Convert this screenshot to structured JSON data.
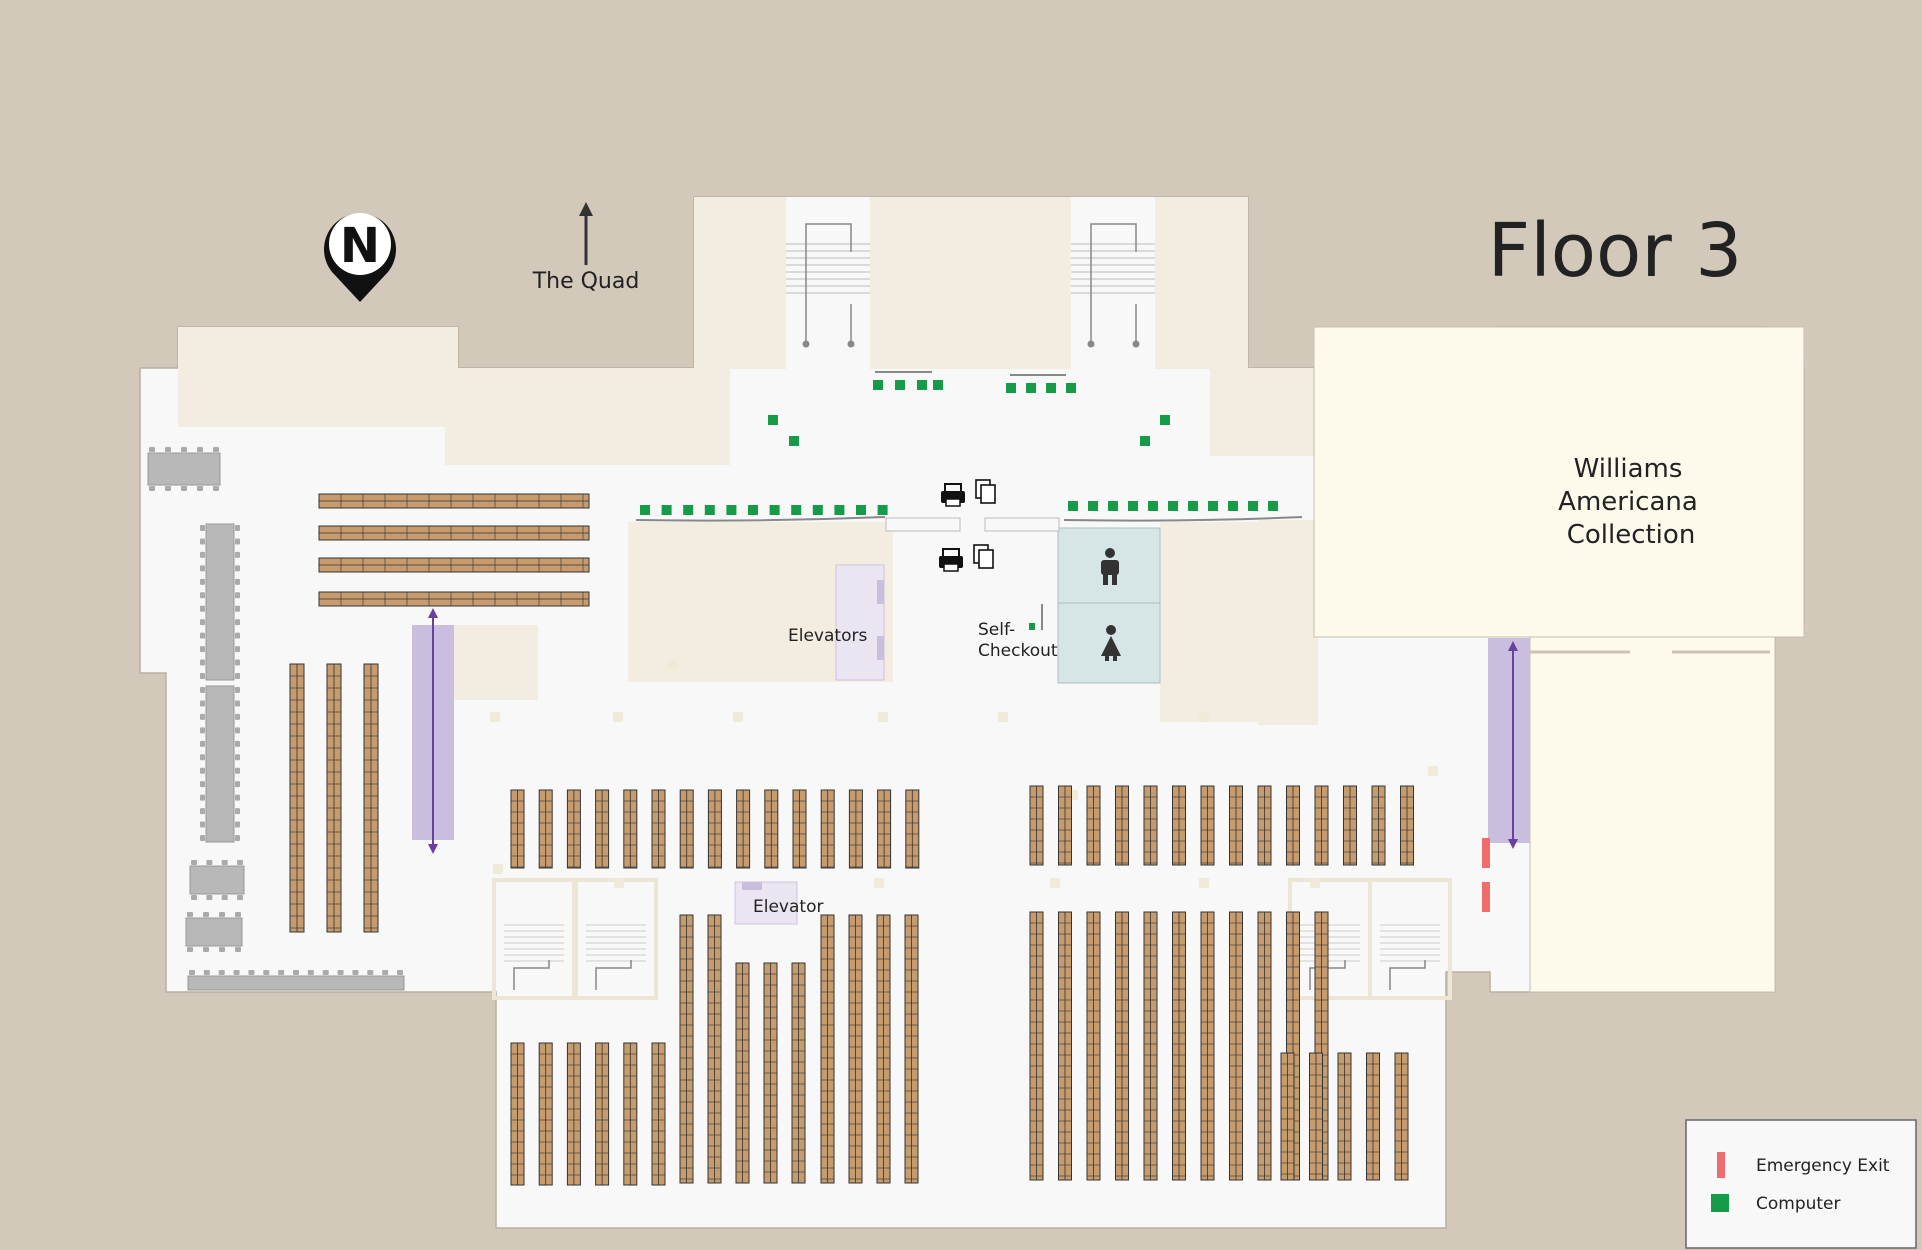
{
  "title": "Floor 3",
  "compass": {
    "letter": "N",
    "icon": "north-marker-icon"
  },
  "quad_label": "The Quad",
  "collection_label": [
    "Williams",
    "Americana",
    "Collection"
  ],
  "labels": {
    "elevators": "Elevators",
    "elevator": "Elevator",
    "self_checkout": [
      "Self-",
      "Checkout"
    ]
  },
  "legend": {
    "items": [
      {
        "label": "Emergency Exit",
        "color": "#f06d6d",
        "icon": "emergency-exit-icon"
      },
      {
        "label": "Computer",
        "color": "#169b48",
        "icon": "computer-icon"
      }
    ]
  },
  "colors": {
    "background": "#d3c9bb",
    "floor": "#f8f8f8",
    "beige_zone": "#f2ede0",
    "collection_zone": "#fdfaec",
    "restroom": "#d6e5e6",
    "elevator_zone": "#ebe5f2",
    "ramp": "#c9bedd",
    "shelf": "#c69b6d",
    "table": "#b8b8b8",
    "computer": "#169b48",
    "exit": "#f06d6d"
  }
}
